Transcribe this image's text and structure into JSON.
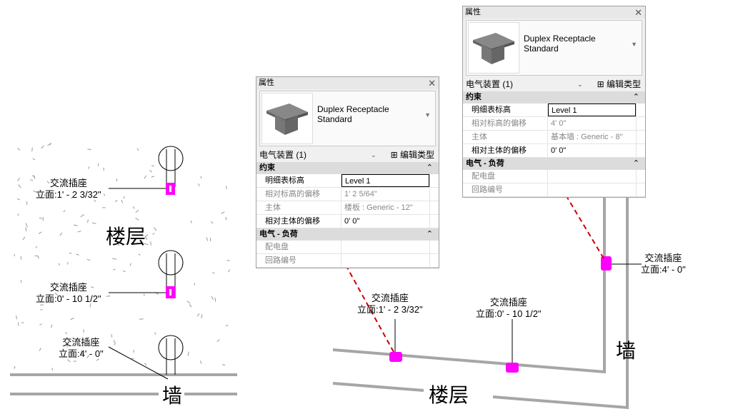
{
  "left_diagram": {
    "callouts": [
      {
        "name": "交流插座",
        "elev": "立面:1' - 2 3/32\""
      },
      {
        "name": "交流插座",
        "elev": "立面:0' - 10 1/2\""
      },
      {
        "name": "交流插座",
        "elev": "立面:4' - 0\""
      }
    ],
    "floor_label": "楼层",
    "wall_label": "墙"
  },
  "right_diagram": {
    "callouts": [
      {
        "name": "交流插座",
        "elev": "立面:1' - 2 3/32\""
      },
      {
        "name": "交流插座",
        "elev": "立面:0' - 10 1/2\""
      },
      {
        "name": "交流插座",
        "elev": "立面:4' - 0\""
      }
    ],
    "floor_label": "楼层",
    "wall_label": "墙"
  },
  "panels": [
    {
      "title": "属性",
      "type_line1": "Duplex Receptacle",
      "type_line2": "Standard",
      "category": "电气装置 (1)",
      "edit_type": "编辑类型",
      "group1": "约束",
      "rows": [
        {
          "k": "明细表标高",
          "v": "Level 1"
        },
        {
          "k": "相对标高的偏移",
          "v": "1'  2 5/64\""
        },
        {
          "k": "主体",
          "v": "楼板 : Generic - 12\""
        },
        {
          "k": "相对主体的偏移",
          "v": "0'  0\""
        }
      ],
      "group2": "电气 - 负荷",
      "rows2": [
        {
          "k": "配电盘",
          "v": ""
        },
        {
          "k": "回路编号",
          "v": ""
        }
      ]
    },
    {
      "title": "属性",
      "type_line1": "Duplex Receptacle",
      "type_line2": "Standard",
      "category": "电气装置 (1)",
      "edit_type": "编辑类型",
      "group1": "约束",
      "rows": [
        {
          "k": "明细表标高",
          "v": "Level 1"
        },
        {
          "k": "相对标高的偏移",
          "v": "4'  0\""
        },
        {
          "k": "主体",
          "v": "基本墙 : Generic - 8\""
        },
        {
          "k": "相对主体的偏移",
          "v": "0'  0\""
        }
      ],
      "group2": "电气 - 负荷",
      "rows2": [
        {
          "k": "配电盘",
          "v": ""
        },
        {
          "k": "回路编号",
          "v": ""
        }
      ]
    }
  ],
  "colors": {
    "accent": "#ff00ff",
    "arrow": "#cc0000",
    "wall": "#a6a6a6"
  }
}
